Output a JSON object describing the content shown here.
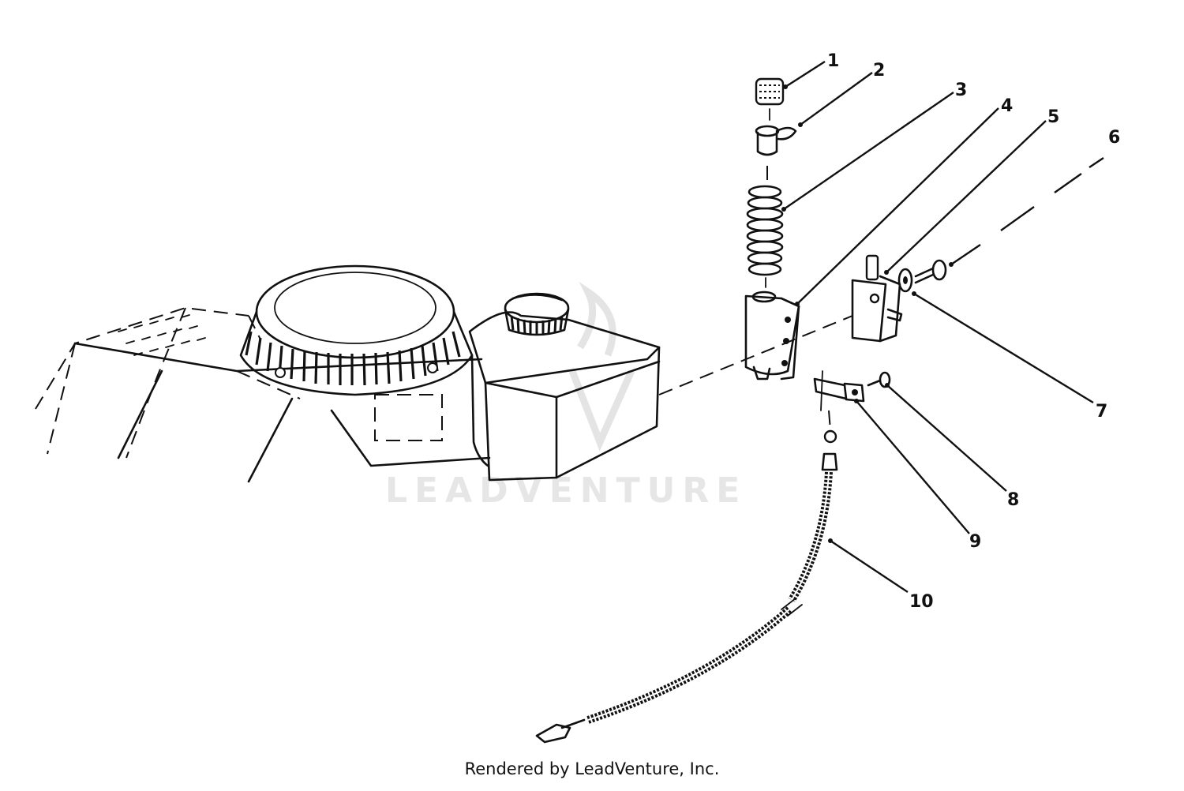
{
  "watermark": {
    "text": "LEADVENTURE"
  },
  "footer": {
    "text": "Rendered by LeadVenture, Inc."
  },
  "callouts": [
    {
      "id": "1",
      "label": "1"
    },
    {
      "id": "2",
      "label": "2"
    },
    {
      "id": "3",
      "label": "3"
    },
    {
      "id": "4",
      "label": "4"
    },
    {
      "id": "5",
      "label": "5"
    },
    {
      "id": "6",
      "label": "6"
    },
    {
      "id": "7",
      "label": "7"
    },
    {
      "id": "8",
      "label": "8"
    },
    {
      "id": "9",
      "label": "9"
    },
    {
      "id": "10",
      "label": "10"
    }
  ]
}
